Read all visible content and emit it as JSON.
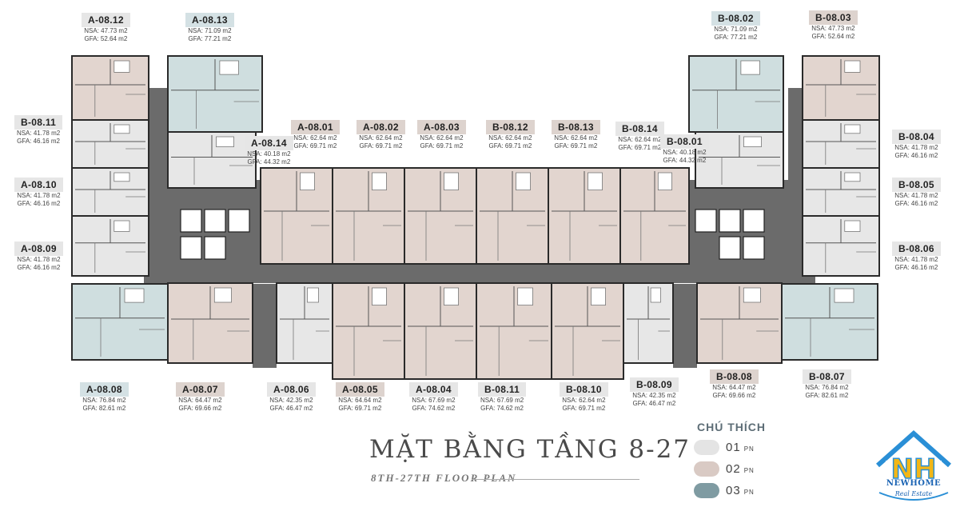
{
  "units": [
    {
      "code": "A-08.12",
      "nsa": "NSA: 47.73 m2",
      "gfa": "GFA: 52.64 m2"
    },
    {
      "code": "A-08.13",
      "nsa": "NSA: 71.09 m2",
      "gfa": "GFA: 77.21 m2"
    },
    {
      "code": "B-08.02",
      "nsa": "NSA: 71.09 m2",
      "gfa": "GFA: 77.21 m2"
    },
    {
      "code": "B-08.03",
      "nsa": "NSA: 47.73 m2",
      "gfa": "GFA: 52.64 m2"
    },
    {
      "code": "B-08.11",
      "nsa": "NSA: 41.78 m2",
      "gfa": "GFA: 46.16 m2"
    },
    {
      "code": "A-08.14",
      "nsa": "NSA: 40.18 m2",
      "gfa": "GFA: 44.32 m2"
    },
    {
      "code": "A-08.01",
      "nsa": "NSA: 62.64 m2",
      "gfa": "GFA: 69.71 m2"
    },
    {
      "code": "A-08.02",
      "nsa": "NSA: 62.64 m2",
      "gfa": "GFA: 69.71 m2"
    },
    {
      "code": "A-08.03",
      "nsa": "NSA: 62.64 m2",
      "gfa": "GFA: 69.71 m2"
    },
    {
      "code": "B-08.12",
      "nsa": "NSA: 62.64 m2",
      "gfa": "GFA: 69.71 m2"
    },
    {
      "code": "B-08.13",
      "nsa": "NSA: 62.64 m2",
      "gfa": "GFA: 69.71 m2"
    },
    {
      "code": "B-08.14",
      "nsa": "NSA: 62.64 m2",
      "gfa": "GFA: 69.71 m2"
    },
    {
      "code": "B-08.01",
      "nsa": "NSA: 40.18 m2",
      "gfa": "GFA: 44.32 m2"
    },
    {
      "code": "B-08.04",
      "nsa": "NSA: 41.78 m2",
      "gfa": "GFA: 46.16 m2"
    },
    {
      "code": "A-08.10",
      "nsa": "NSA: 41.78 m2",
      "gfa": "GFA: 46.16 m2"
    },
    {
      "code": "B-08.05",
      "nsa": "NSA: 41.78 m2",
      "gfa": "GFA: 46.16 m2"
    },
    {
      "code": "A-08.09",
      "nsa": "NSA: 41.78 m2",
      "gfa": "GFA: 46.16 m2"
    },
    {
      "code": "B-08.06",
      "nsa": "NSA: 41.78 m2",
      "gfa": "GFA: 46.16 m2"
    },
    {
      "code": "A-08.08",
      "nsa": "NSA: 76.84 m2",
      "gfa": "GFA: 82.61 m2"
    },
    {
      "code": "A-08.07",
      "nsa": "NSA: 64.47 m2",
      "gfa": "GFA: 69.66 m2"
    },
    {
      "code": "A-08.06",
      "nsa": "NSA: 42.35 m2",
      "gfa": "GFA: 46.47 m2"
    },
    {
      "code": "A-08.05",
      "nsa": "NSA: 64.64 m2",
      "gfa": "GFA: 69.71 m2"
    },
    {
      "code": "A-08.04",
      "nsa": "NSA: 67.69 m2",
      "gfa": "GFA: 74.62 m2"
    },
    {
      "code": "B-08.11",
      "nsa": "NSA: 67.69 m2",
      "gfa": "GFA: 74.62 m2"
    },
    {
      "code": "B-08.10",
      "nsa": "NSA: 62.64 m2",
      "gfa": "GFA: 69.71 m2"
    },
    {
      "code": "B-08.09",
      "nsa": "NSA: 42.35 m2",
      "gfa": "GFA: 46.47 m2"
    },
    {
      "code": "B-08.08",
      "nsa": "NSA: 64.47 m2",
      "gfa": "GFA: 69.66 m2"
    },
    {
      "code": "B-08.07",
      "nsa": "NSA: 76.84 m2",
      "gfa": "GFA: 82.61 m2"
    }
  ],
  "title": "MẶT BẰNG TẦNG 8-27",
  "subtitle": "8TH-27TH FLOOR PLAN",
  "legend": {
    "title": "CHÚ THÍCH",
    "unit": "PN",
    "items": [
      {
        "num": "01",
        "color": "#e4e4e4"
      },
      {
        "num": "02",
        "color": "#d9cac4"
      },
      {
        "num": "03",
        "color": "#7f9ba2"
      }
    ]
  },
  "colors": {
    "one_bed": "#e7e7e7",
    "two_bed": "#e2d5cf",
    "three_bed": "#cfdedf",
    "corridor": "#6b6b6b",
    "code_box_a": "#e6e6e6",
    "code_box_b": "#ddd3ce",
    "code_box_c": "#d4e1e4"
  },
  "logo": {
    "text": "NEWHOME",
    "sub": "Real Estate",
    "icon": "house-nh-logo"
  }
}
